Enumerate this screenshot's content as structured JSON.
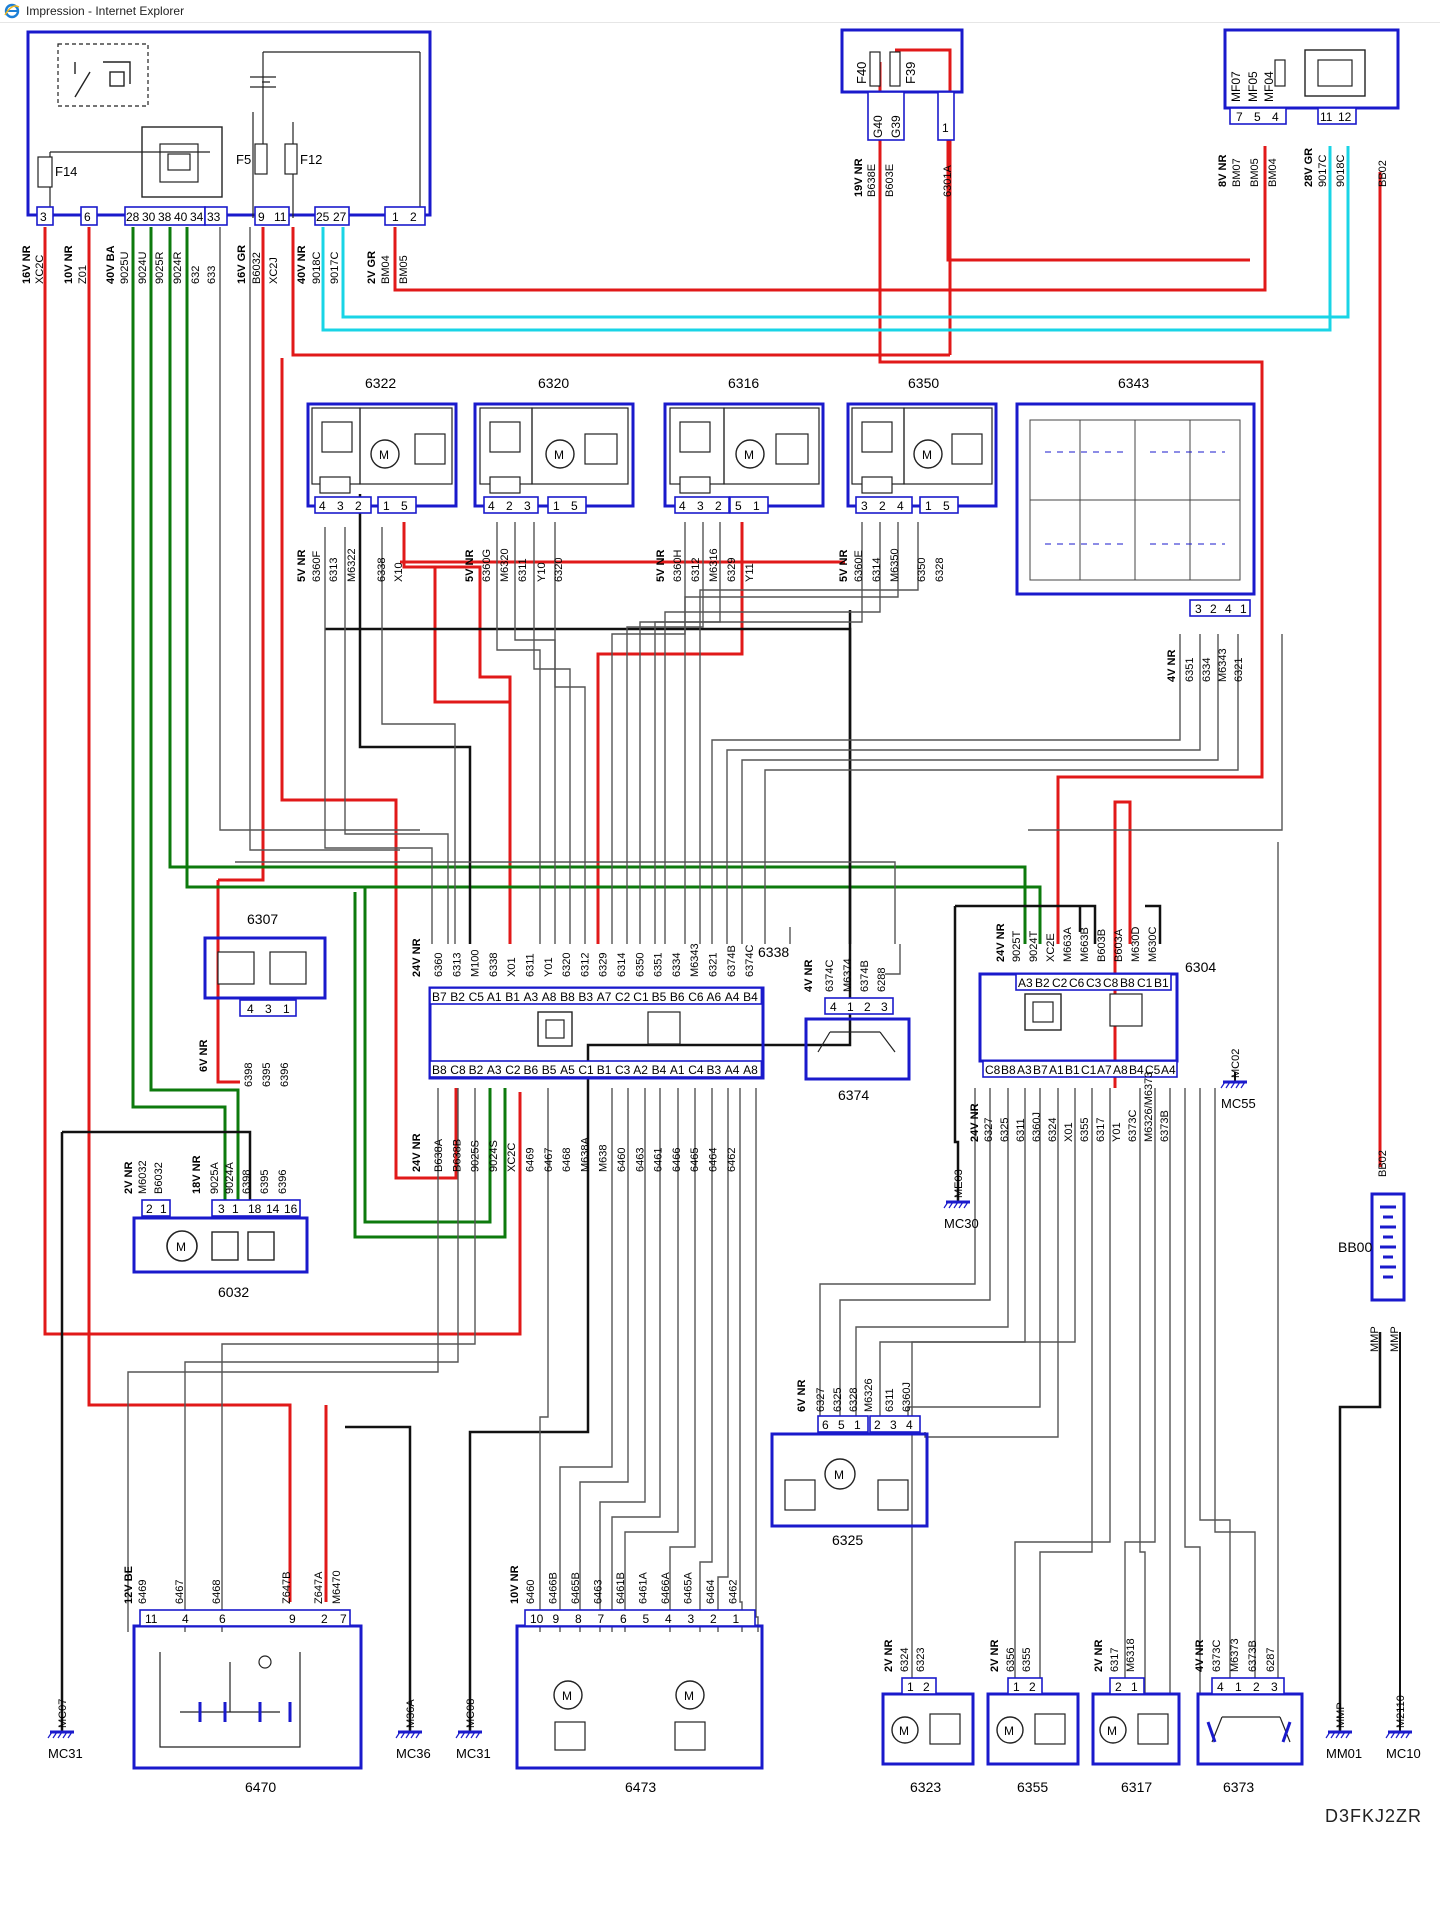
{
  "window": {
    "title": "Impression - Internet Explorer"
  },
  "colors": {
    "red": "#e11919",
    "black": "#111111",
    "green": "#0d7a0d",
    "cyan": "#19d4e6",
    "gray": "#555555",
    "frame": "#1a1acc"
  },
  "top_modules": {
    "bsi": {
      "fuses": [
        "F14",
        "F5",
        "F12"
      ],
      "pins": [
        "3",
        "6",
        "28",
        "30",
        "38",
        "40",
        "34",
        "33",
        "9",
        "11",
        "25",
        "27",
        "1",
        "2"
      ],
      "connectors": [
        "16V NR",
        "10V NR",
        "40V BA",
        "16V GR",
        "40V NR",
        "2V GR"
      ],
      "wires": [
        "XC2C",
        "Z01",
        "9025U",
        "9024U",
        "9025R",
        "9024R",
        "632",
        "633",
        "B6032",
        "XC2J",
        "9018C",
        "9017C",
        "BM04",
        "BM05"
      ]
    },
    "fuse_box": {
      "fuses": [
        "F40",
        "F39"
      ],
      "pins": [
        "G40",
        "G39",
        "1"
      ],
      "connector": "19V NR",
      "wires": [
        "B638E",
        "B603E",
        "6301A"
      ]
    },
    "module_right": {
      "fuses": [
        "MF07",
        "MF05",
        "MF04"
      ],
      "pins": [
        "7",
        "5",
        "4",
        "11",
        "12"
      ],
      "connectors": [
        "8V NR",
        "28V GR"
      ],
      "wires": [
        "BM07",
        "BM05",
        "BM04",
        "9017C",
        "9018C",
        "BB02"
      ]
    }
  },
  "components": {
    "c6322": {
      "ref": "6322",
      "connector": "5V NR",
      "pins": [
        "4",
        "3",
        "2",
        "1",
        "5"
      ],
      "wires": [
        "6360F",
        "6313",
        "M6322",
        "6338",
        "X10"
      ]
    },
    "c6320": {
      "ref": "6320",
      "connector": "5V NR",
      "pins": [
        "4",
        "2",
        "3",
        "1",
        "5"
      ],
      "wires": [
        "6360G",
        "M6320",
        "6311",
        "Y10",
        "6320"
      ]
    },
    "c6316": {
      "ref": "6316",
      "connector": "5V NR",
      "pins": [
        "4",
        "3",
        "2",
        "5",
        "1"
      ],
      "wires": [
        "6360H",
        "6312",
        "M6316",
        "6329",
        "Y11"
      ]
    },
    "c6350": {
      "ref": "6350",
      "connector": "5V NR",
      "pins": [
        "3",
        "2",
        "4",
        "1",
        "5"
      ],
      "wires": [
        "6360E",
        "6314",
        "M6350",
        "6350",
        "6328"
      ]
    },
    "c6343": {
      "ref": "6343",
      "connector": "4V NR",
      "pins": [
        "3",
        "2",
        "4",
        "1"
      ],
      "wires": [
        "6351",
        "6334",
        "M6343",
        "6321"
      ]
    },
    "c6307": {
      "ref": "6307",
      "connector": "6V NR",
      "pins": [
        "4",
        "3",
        "1"
      ],
      "wires": [
        "6398",
        "6395",
        "6396"
      ]
    },
    "c6338": {
      "ref": "6338",
      "top_connector": "24V NR",
      "top_pins": [
        "B7",
        "B2",
        "C5",
        "A1",
        "B1",
        "A3",
        "A8",
        "B8",
        "B3",
        "A7",
        "C2",
        "C1",
        "B5",
        "B6",
        "C6",
        "A6",
        "A4",
        "B4"
      ],
      "top_wires": [
        "6360",
        "6313",
        "M100",
        "6338",
        "X01",
        "6311",
        "Y01",
        "6320",
        "6312",
        "6329",
        "6314",
        "6350",
        "6351",
        "6334",
        "M6343",
        "6321",
        "6374B",
        "6374C"
      ],
      "bottom_connector": "24V NR",
      "bottom_pins": [
        "B8",
        "C8",
        "B2",
        "A3",
        "C2",
        "B6",
        "B5",
        "A5",
        "C1",
        "B1",
        "C3",
        "A2",
        "B4",
        "A1",
        "C4",
        "B3",
        "A4",
        "A8"
      ],
      "bottom_wires": [
        "B638A",
        "B638B",
        "9025S",
        "9024S",
        "XC2C",
        "6469",
        "6467",
        "6468",
        "M638A",
        "M638",
        "6460",
        "6463",
        "6461",
        "6466",
        "6465",
        "6464",
        "6462"
      ]
    },
    "c6374": {
      "ref": "6374",
      "connector": "4V NR",
      "pins": [
        "4",
        "1",
        "2",
        "3"
      ],
      "wires": [
        "6374C",
        "M6374",
        "6374B",
        "6288"
      ]
    },
    "c6304": {
      "ref": "6304",
      "top_connector": "24V NR",
      "top_pins": [
        "A3",
        "B2",
        "C2",
        "C6",
        "C3",
        "C8",
        "B8",
        "C1",
        "B1"
      ],
      "top_wires": [
        "9025T",
        "9024T",
        "XC2E",
        "M663A",
        "M663B",
        "B603B",
        "B603A",
        "M630D",
        "M630C"
      ],
      "bottom_connector": "24V NR",
      "bottom_pins": [
        "C8",
        "B8",
        "A3",
        "B7",
        "A1",
        "B1",
        "C1",
        "A7",
        "A8",
        "B4",
        "C5",
        "A4"
      ],
      "bottom_wires": [
        "6327",
        "6325",
        "6311",
        "6360J",
        "6324",
        "X01",
        "6355",
        "6317",
        "Y01",
        "6373C",
        "M6326/M6373",
        "6373B"
      ]
    },
    "c6032": {
      "ref": "6032",
      "connectors": [
        "2V NR",
        "18V NR"
      ],
      "pins": [
        "2",
        "1",
        "3",
        "1",
        "18",
        "14",
        "16"
      ],
      "wires": [
        "M6032",
        "B6032",
        "9025A",
        "9024A",
        "6398",
        "6395",
        "6396"
      ]
    },
    "c6325": {
      "ref": "6325",
      "connector": "6V NR",
      "pins": [
        "6",
        "5",
        "1",
        "2",
        "3",
        "4"
      ],
      "wires": [
        "6327",
        "6325",
        "6328",
        "M6326",
        "6311",
        "6360J"
      ]
    },
    "c6470": {
      "ref": "6470",
      "connector": "12V BE",
      "pins": [
        "11",
        "4",
        "6",
        "9",
        "2",
        "7"
      ],
      "wires": [
        "6469",
        "6467",
        "6468",
        "Z647B",
        "Z647A",
        "M6470"
      ]
    },
    "c6473": {
      "ref": "6473",
      "connector": "10V NR",
      "pins": [
        "10",
        "9",
        "8",
        "7",
        "6",
        "5",
        "4",
        "3",
        "2",
        "1"
      ],
      "wires": [
        "6460",
        "6466B",
        "6465B",
        "6463",
        "6461B",
        "6461A",
        "6466A",
        "6465A",
        "6464",
        "6462"
      ]
    },
    "c6323": {
      "ref": "6323",
      "connector": "2V NR",
      "pins": [
        "1",
        "2"
      ],
      "wires": [
        "6324",
        "6323"
      ]
    },
    "c6355": {
      "ref": "6355",
      "connector": "2V NR",
      "pins": [
        "1",
        "2"
      ],
      "wires": [
        "6356",
        "6355"
      ]
    },
    "c6317": {
      "ref": "6317",
      "connector": "2V NR",
      "pins": [
        "2",
        "1"
      ],
      "wires": [
        "6317",
        "M6318"
      ]
    },
    "c6373": {
      "ref": "6373",
      "connector": "4V NR",
      "pins": [
        "4",
        "1",
        "2",
        "3"
      ],
      "wires": [
        "6373C",
        "M6373",
        "6373B",
        "6287"
      ]
    },
    "bb00": {
      "ref": "BB00",
      "wires": [
        "BB02",
        "MMP",
        "MMP"
      ]
    }
  },
  "grounds": [
    {
      "label": "MC31",
      "wire": "MC07"
    },
    {
      "label": "MC36",
      "wire": "M36A"
    },
    {
      "label": "MC31",
      "wire": "MC08"
    },
    {
      "label": "MC30",
      "wire": "ME03"
    },
    {
      "label": "MC55",
      "wire": "MC02"
    },
    {
      "label": "MM01",
      "wire": "MMP"
    },
    {
      "label": "MC10",
      "wire": "M2110"
    }
  ],
  "footer": {
    "code": "D3FKJ2ZR"
  }
}
